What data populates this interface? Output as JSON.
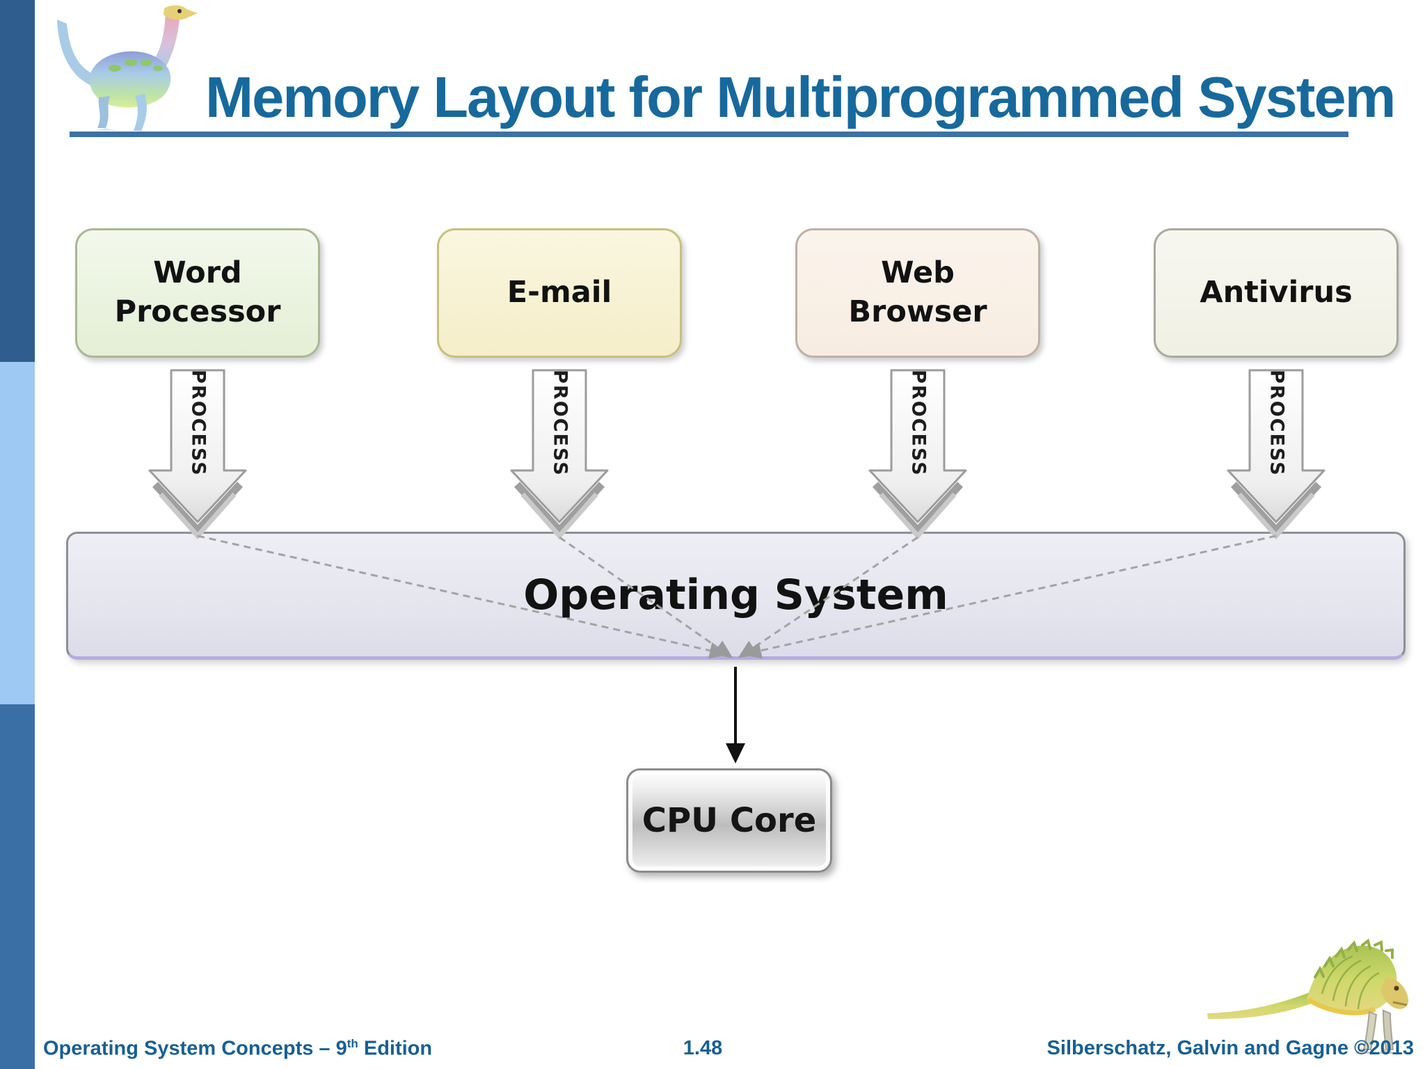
{
  "slide": {
    "title": "Memory Layout for Multiprogrammed System",
    "footer": {
      "left_text": "Operating System Concepts – 9",
      "left_sup": "th",
      "left_suffix": " Edition",
      "page_number": "1.48",
      "right_text": "Silberschatz, Galvin and Gagne ©2013"
    }
  },
  "diagram": {
    "apps": [
      {
        "label": "Word Processor",
        "fill": "#e9f1da",
        "border": "#a9b793"
      },
      {
        "label": "E-mail",
        "fill": "#f8f2d4",
        "border": "#c6c17c"
      },
      {
        "label": "Web Browser",
        "fill": "#faf1e8",
        "border": "#bcb1a4"
      },
      {
        "label": "Antivirus",
        "fill": "#f3f3ea",
        "border": "#a9a99c"
      }
    ],
    "process_label": "PROCESS",
    "os_bar": {
      "label": "Operating System",
      "fill": "#e6e6f0",
      "border": "#8f8f96",
      "bottom_edge": "#b6abdf"
    },
    "cpu": {
      "label": "CPU Core"
    }
  },
  "icons": {
    "top_left": "dinosaur-logo",
    "bottom_right": "dinosaur-mascot"
  },
  "colors": {
    "title": "#17699c",
    "title_rule": "#3d72a4",
    "footer": "#176094",
    "sidebar_top": "#2f5e8e",
    "sidebar_middle": "#9ec9f2",
    "sidebar_bottom": "#3a6fa5",
    "dashed_line": "#a3a3a3",
    "flow_arrow": "#111111",
    "process_arrow_fill": "#f4f4f4",
    "process_arrow_border": "#9c9c9c"
  }
}
